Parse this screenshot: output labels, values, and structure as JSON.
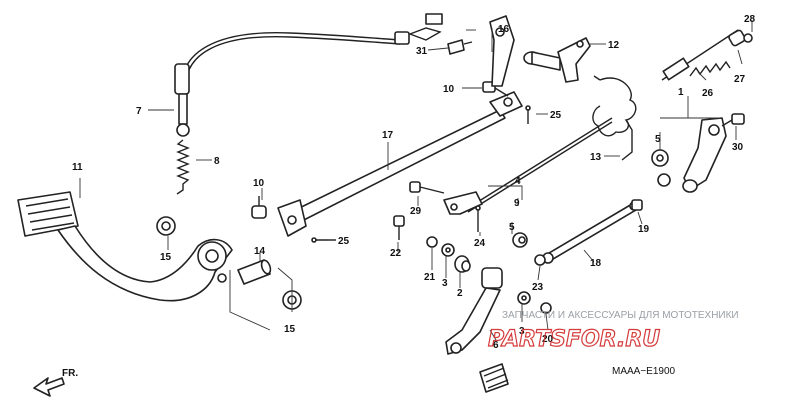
{
  "callouts": {
    "c1": "1",
    "c2": "2",
    "c3a": "3",
    "c3b": "3",
    "c4": "4",
    "c5a": "5",
    "c5b": "5",
    "c6": "6",
    "c7": "7",
    "c8": "8",
    "c9": "9",
    "c10a": "10",
    "c10b": "10",
    "c11": "11",
    "c12": "12",
    "c13": "13",
    "c14": "14",
    "c15a": "15",
    "c15b": "15",
    "c16": "16",
    "c17": "17",
    "c18": "18",
    "c19": "19",
    "c20": "20",
    "c21": "21",
    "c22": "22",
    "c23": "23",
    "c24": "24",
    "c25a": "25",
    "c25b": "25",
    "c26": "26",
    "c27": "27",
    "c28": "28",
    "c29": "29",
    "c30": "30",
    "c31": "31"
  },
  "diagram_code": "MAAA−E1900",
  "front_marker": "FR.",
  "watermark": {
    "caption": "ЗАПЧАСТИ И АКСЕССУАРЫ ДЛЯ МОТОТЕХНИКИ",
    "logo": "PARTSFOR.RU",
    "color": "#d53a3a"
  }
}
